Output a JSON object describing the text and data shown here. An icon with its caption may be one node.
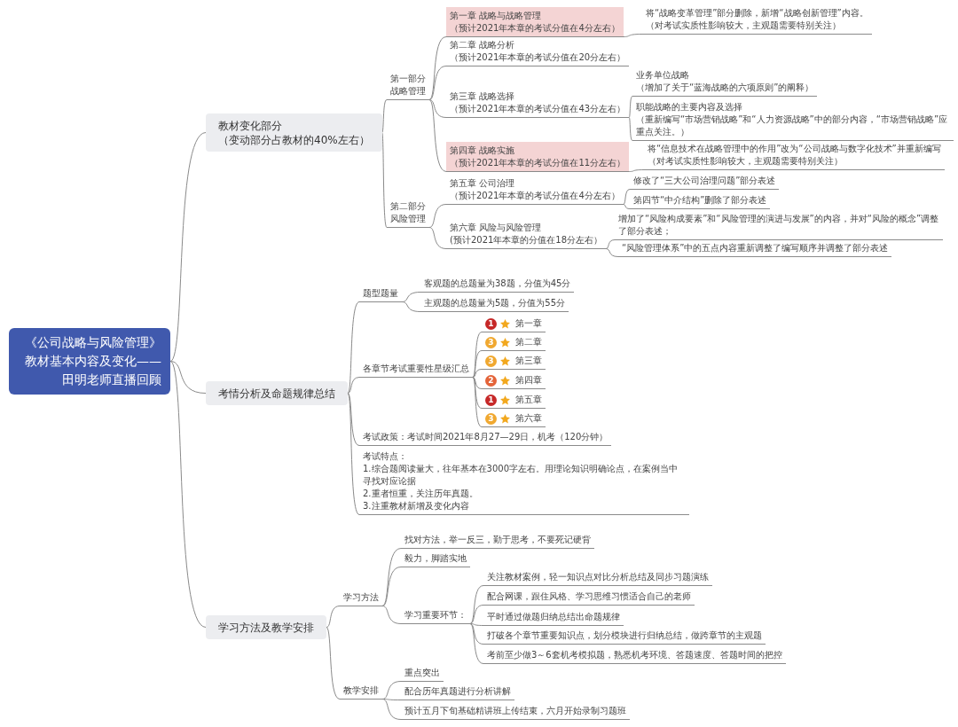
{
  "diagram": {
    "nodes": [
      {
        "text": [
          "《公司战略与风险管理》教材基本内容及变化——田明老师直播回顾"
        ]
      },
      {
        "text": [
          "教材变化部分",
          "（变动部分占教材的40%左右）"
        ]
      },
      {
        "text": [
          "第一部分",
          "战略管理"
        ]
      },
      {
        "text": [
          "第一章 战略与战略管理",
          "（预计2021年本章的考试分值在4分左右）"
        ]
      },
      {
        "text": [
          "第二章 战略分析",
          "（预计2021年本章的考试分值在20分左右）"
        ]
      },
      {
        "text": [
          "第三章 战略选择",
          "（预计2021年本章的考试分值在43分左右）"
        ]
      },
      {
        "text": [
          "第四章 战略实施",
          "（预计2021年本章的考试分值在11分左右）"
        ]
      },
      {
        "text": [
          "第二部分",
          "风险管理"
        ]
      },
      {
        "text": [
          "第五章 公司治理",
          "（预计2021年本章的考试分值在4分左右）"
        ]
      },
      {
        "text": [
          "第六章 风险与风险管理",
          "(预计2021年本章的分值在18分左右）"
        ]
      },
      {
        "text": [
          "将“战略变革管理”部分删除，新增“战略创新管理”内容。",
          "（对考试实质性影响较大，主观题需要特别关注）"
        ]
      },
      {
        "text": [
          "业务单位战略",
          "（增加了关于“蓝海战略的六项原则”的阐释）"
        ]
      },
      {
        "text": [
          "职能战略的主要内容及选择",
          "（重新编写“市场营销战略”和“人力资源战略”中的部分内容，“市场营销战略”应重点关注。）"
        ]
      },
      {
        "text": [
          "将“信息技术在战略管理中的作用”改为“公司战略与数字化技术”并重新编写",
          "（对考试实质性影响较大，主观题需要特别关注）"
        ]
      },
      {
        "text": [
          "修改了“三大公司治理问题”部分表述"
        ]
      },
      {
        "text": [
          "第四节“中介结构”删除了部分表述"
        ]
      },
      {
        "text": [
          "增加了“风险构成要素”和“风险管理的演进与发展”的内容，并对“风险的概念”调整了部分表述；"
        ]
      },
      {
        "text": [
          "“风险管理体系”中的五点内容重新调整了编写顺序并调整了部分表述"
        ]
      },
      {
        "text": [
          "考情分析及命题规律总结"
        ]
      },
      {
        "text": [
          "题型题量"
        ]
      },
      {
        "text": [
          "客观题的总题量为38题，分值为45分"
        ]
      },
      {
        "text": [
          "主观题的总题量为5题，分值为55分"
        ]
      },
      {
        "text": [
          "各章节考试重要性星级汇总"
        ]
      },
      {
        "text": [
          "1",
          "第一章"
        ]
      },
      {
        "text": [
          "3",
          "第二章"
        ]
      },
      {
        "text": [
          "3",
          "第三章"
        ]
      },
      {
        "text": [
          "2",
          "第四章"
        ]
      },
      {
        "text": [
          "1",
          "第五章"
        ]
      },
      {
        "text": [
          "3",
          "第六章"
        ]
      },
      {
        "text": [
          "考试政策：考试时间2021年8月27—29日，机考（120分钟）"
        ]
      },
      {
        "text": [
          "考试特点：",
          "1.综合题阅读量大，往年基本在3000字左右。用理论知识明确论点，在案例当中寻找对应论据",
          "2.重者恒重，关注历年真题。",
          "3.注重教材新增及变化内容"
        ]
      },
      {
        "text": [
          "学习方法及教学安排"
        ]
      },
      {
        "text": [
          "学习方法"
        ]
      },
      {
        "text": [
          "找对方法，举一反三，勤于思考，不要死记硬背"
        ]
      },
      {
        "text": [
          "毅力，脚踏实地"
        ]
      },
      {
        "text": [
          "学习重要环节："
        ]
      },
      {
        "text": [
          "关注教材案例，轻一知识点对比分析总结及同步习题演练"
        ]
      },
      {
        "text": [
          "配合网课，跟住风格、学习思维习惯适合自己的老师"
        ]
      },
      {
        "text": [
          "平时通过做题归纳总结出命题规律"
        ]
      },
      {
        "text": [
          "打破各个章节重要知识点，划分模块进行归纳总结，做跨章节的主观题"
        ]
      },
      {
        "text": [
          "考前至少做3～6套机考模拟题，熟悉机考环境、答题速度、答题时间的把控"
        ]
      },
      {
        "text": [
          "教学安排"
        ]
      },
      {
        "text": [
          "重点突出"
        ]
      },
      {
        "text": [
          "配合历年真题进行分析讲解"
        ]
      },
      {
        "text": [
          "预计五月下旬基础精讲班上传结束，六月开始录制习题班"
        ]
      }
    ],
    "edges": [
      {
        "from": 0,
        "to": 1,
        "arrow": "none"
      },
      {
        "from": 0,
        "to": 18,
        "arrow": "none"
      },
      {
        "from": 0,
        "to": 31,
        "arrow": "none"
      },
      {
        "from": 1,
        "to": 2,
        "arrow": "none"
      },
      {
        "from": 1,
        "to": 7,
        "arrow": "none"
      },
      {
        "from": 2,
        "to": 3,
        "arrow": "none"
      },
      {
        "from": 2,
        "to": 4,
        "arrow": "none"
      },
      {
        "from": 2,
        "to": 5,
        "arrow": "none"
      },
      {
        "from": 2,
        "to": 6,
        "arrow": "none"
      },
      {
        "from": 3,
        "to": 10,
        "arrow": "none"
      },
      {
        "from": 5,
        "to": 11,
        "arrow": "none"
      },
      {
        "from": 5,
        "to": 12,
        "arrow": "none"
      },
      {
        "from": 6,
        "to": 13,
        "arrow": "none"
      },
      {
        "from": 7,
        "to": 8,
        "arrow": "none"
      },
      {
        "from": 7,
        "to": 9,
        "arrow": "none"
      },
      {
        "from": 8,
        "to": 14,
        "arrow": "none"
      },
      {
        "from": 8,
        "to": 15,
        "arrow": "none"
      },
      {
        "from": 9,
        "to": 16,
        "arrow": "none"
      },
      {
        "from": 9,
        "to": 17,
        "arrow": "none"
      },
      {
        "from": 18,
        "to": 19,
        "arrow": "none"
      },
      {
        "from": 18,
        "to": 22,
        "arrow": "none"
      },
      {
        "from": 18,
        "to": 29,
        "arrow": "none"
      },
      {
        "from": 18,
        "to": 30,
        "arrow": "none"
      },
      {
        "from": 19,
        "to": 20,
        "arrow": "none"
      },
      {
        "from": 19,
        "to": 21,
        "arrow": "none"
      },
      {
        "from": 22,
        "to": 23,
        "arrow": "none"
      },
      {
        "from": 22,
        "to": 24,
        "arrow": "none"
      },
      {
        "from": 22,
        "to": 25,
        "arrow": "none"
      },
      {
        "from": 22,
        "to": 26,
        "arrow": "none"
      },
      {
        "from": 22,
        "to": 27,
        "arrow": "none"
      },
      {
        "from": 22,
        "to": 28,
        "arrow": "none"
      },
      {
        "from": 31,
        "to": 32,
        "arrow": "none"
      },
      {
        "from": 31,
        "to": 41,
        "arrow": "none"
      },
      {
        "from": 32,
        "to": 33,
        "arrow": "none"
      },
      {
        "from": 32,
        "to": 34,
        "arrow": "none"
      },
      {
        "from": 32,
        "to": 35,
        "arrow": "none"
      },
      {
        "from": 35,
        "to": 36,
        "arrow": "none"
      },
      {
        "from": 35,
        "to": 37,
        "arrow": "none"
      },
      {
        "from": 35,
        "to": 38,
        "arrow": "none"
      },
      {
        "from": 35,
        "to": 39,
        "arrow": "none"
      },
      {
        "from": 35,
        "to": 40,
        "arrow": "none"
      },
      {
        "from": 41,
        "to": 42,
        "arrow": "none"
      },
      {
        "from": 41,
        "to": 43,
        "arrow": "none"
      },
      {
        "from": 41,
        "to": 44,
        "arrow": "none"
      }
    ]
  }
}
